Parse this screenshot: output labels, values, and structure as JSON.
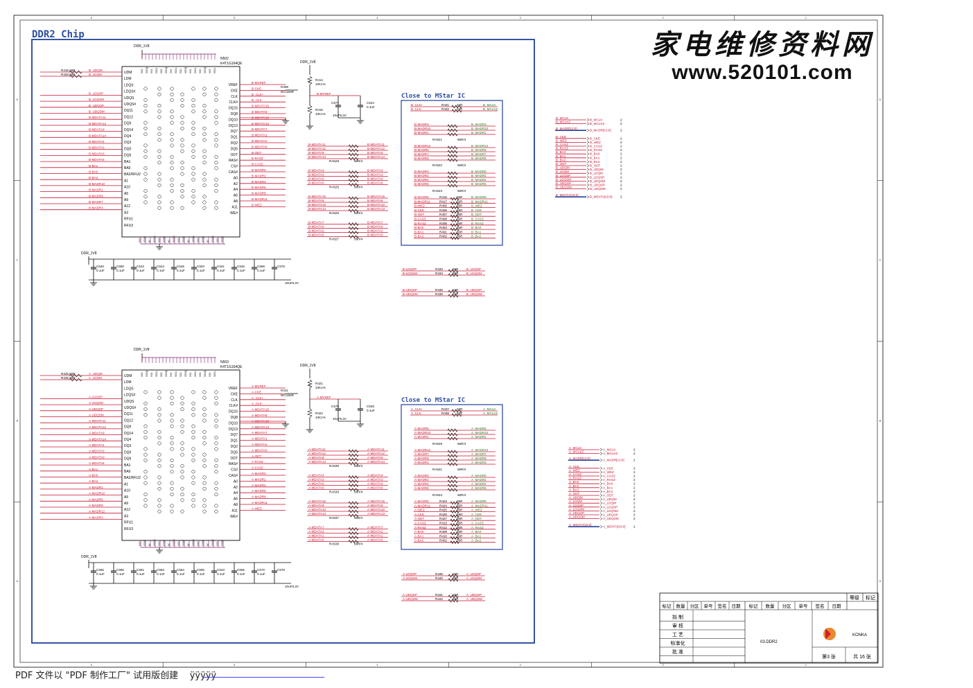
{
  "page_title": "DDR2 Chip",
  "watermark": {
    "cn": "家电维修资料网",
    "url": "www.520101.com"
  },
  "footer_text": "PDF 文件以 \"PDF 制作工厂\" 试用版创建",
  "footer_link": "ÿÿÿÿÿ",
  "colors": {
    "net_red": "#c8102e",
    "net_green": "#1a7a1a",
    "box_blue": "#1f3f9a",
    "title_blue": "#2c4f9e",
    "wire": "#000000",
    "ic_pin": "#7a1e6a"
  },
  "frame": {
    "col_labels": [
      "6",
      "5",
      "4",
      "3",
      "2",
      "1"
    ],
    "row_labels": [
      "D",
      "C",
      "B",
      "A"
    ]
  },
  "chips": [
    {
      "ref": "N502",
      "part": "K4T1G164QE",
      "supply": "DDR_1V8",
      "prefix": "B",
      "left_nets": [
        "B_UDQM",
        "B_LDQM",
        "B_LDQSP",
        "B_LDQSM",
        "B_UDQSP",
        "B_UDQSM",
        "B-MDATA11",
        "B-MDATA12",
        "B-MDATA9",
        "B-MDATA14",
        "B-MDATA4",
        "B-MDATA3",
        "B-MDATA0",
        "B-MDATA6",
        "B-BA1",
        "B-BA0",
        "B-BA2",
        "B-MADR10",
        "B-MADR1",
        "B-MADR9",
        "B-MADR7",
        "B-MADR3"
      ],
      "left_refs": [
        "R415",
        "R426"
      ],
      "right_nets": [
        "B-MVREF",
        "B-CKE",
        "B_CLK+",
        "B_CLK-",
        "B-MDATA15",
        "B-MDATA8",
        "B-MDATA10",
        "B-MDATA13",
        "B-MDATA7",
        "B-MDATA1",
        "B-MDATA2",
        "B-MDATA5",
        "B-ODT",
        "B-RASZ",
        "B-CASZ",
        "B-MADR0",
        "B-MADR2",
        "B-MADR4",
        "B-MADR6",
        "B-MADR8",
        "B-MADR11",
        "B-WEZ"
      ],
      "left_pins": [
        "UDM",
        "LDM",
        "LDQS",
        "LDQS#",
        "UDQS",
        "UDQS#",
        "DQ11",
        "DQ12",
        "DQ9",
        "DQ14",
        "DQ4",
        "DQ3",
        "DQ0",
        "DQ6",
        "BA1",
        "BA0",
        "BA2/RFU2",
        "A1",
        "A10",
        "A5",
        "A9",
        "A12",
        "A3",
        "RFU1",
        "RFU3"
      ],
      "right_pins": [
        "VREF",
        "CKE",
        "CLK",
        "CLK#",
        "DQ15",
        "DQ8",
        "DQ10",
        "DQ13",
        "DQ7",
        "DQ1",
        "DQ2",
        "DQ5",
        "ODT",
        "RAS#",
        "CS#",
        "CAS#",
        "A0",
        "A2",
        "A4",
        "A6",
        "A8",
        "A11",
        "WE#"
      ],
      "term": {
        "r1": "R414",
        "v1": "10K1%",
        "r2": "R415",
        "v2": "10K1%",
        "c1": "C577",
        "c2": "C524",
        "cv1": "10uF6.3V",
        "cv2": "0.1uF",
        "series": "R408",
        "series_v": "NC/150R",
        "net": "B-MVREF"
      },
      "decaps": [
        "C540",
        "C550",
        "C542",
        "C544",
        "C545",
        "C503",
        "C541",
        "C546",
        "C569",
        "C576"
      ],
      "decap_val": "0.1uF",
      "bulk_val": "10uF6.3V"
    },
    {
      "ref": "N503",
      "part": "K4T1G164QE",
      "supply": "DDR_1V8",
      "prefix": "A",
      "left_nets": [
        "A_UDQM",
        "A_LDQM",
        "A-LDQSP",
        "A-LDQSM",
        "A-UDQSP",
        "A-UDQSM",
        "A-MDATA11",
        "A-MDATA12",
        "A-MDATA9",
        "A-MDATA14",
        "A-MDATA4",
        "A-MDATA3",
        "A-MDATA0",
        "A-MDATA6",
        "A-BA1",
        "A-BA0",
        "A-BA2",
        "A-MADR1",
        "A-MADR10",
        "A-MADR5",
        "A-MADR9",
        "A-MADR12",
        "A-MADR3"
      ],
      "left_refs": [
        "R425",
        "R426"
      ],
      "right_nets": [
        "A-MVREF",
        "A-CKE",
        "A_CLK+",
        "A_CLK-",
        "A-MDATA15",
        "A-MDATA8",
        "A-MDATA10",
        "A-MDATA13",
        "A-MDATA7",
        "A-MDATA1",
        "A-MDATA2",
        "A-MDATA5",
        "A-ODT",
        "A-RASZ",
        "A-CASZ",
        "A-MADR0",
        "A-MADR2",
        "A-MADR4",
        "A-MADR6",
        "A-MADR8",
        "A-MADR11",
        "A-WEZ"
      ],
      "left_pins": [
        "UDM",
        "LDM",
        "LDQS",
        "LDQS#",
        "UDQS",
        "UDQS#",
        "DQ11",
        "DQ12",
        "DQ9",
        "DQ14",
        "DQ4",
        "DQ3",
        "DQ0",
        "DQ6",
        "BA1",
        "BA0",
        "BA2/RFU2",
        "A1",
        "A10",
        "A5",
        "A9",
        "A12",
        "A3",
        "RFU1",
        "RFU3"
      ],
      "right_pins": [
        "VREF",
        "CKE",
        "CLK",
        "CLK#",
        "DQ15",
        "DQ8",
        "DQ10",
        "DQ13",
        "DQ7",
        "DQ1",
        "DQ2",
        "DQ5",
        "ODT",
        "RAS#",
        "CS#",
        "CAS#",
        "A0",
        "A2",
        "A4",
        "A6",
        "A8",
        "A11",
        "WE#"
      ],
      "term": {
        "r1": "R421",
        "v1": "10K1%",
        "r2": "R422",
        "v2": "10K1%",
        "c1": "C579",
        "c2": "C525",
        "cv1": "10uF6.3V",
        "cv2": "0.1uF",
        "series": "R411",
        "series_v": "NC/150R",
        "net": "A-MVREF"
      },
      "decaps": [
        "C555",
        "C566",
        "C561",
        "C563",
        "C564",
        "C505",
        "C543",
        "C565",
        "C570",
        "C578"
      ],
      "decap_val": "0.1uF",
      "bulk_val": "10uF6.3V"
    }
  ],
  "rpacks_b": [
    {
      "ref": "RA528",
      "val": "56R/4",
      "nets": [
        "B-MDATA11",
        "B-MDATA12",
        "B-MDATA9",
        "B-MDATA14"
      ]
    },
    {
      "ref": "RA525",
      "val": "56R/4",
      "nets": [
        "B-MDATA4",
        "B-MDATA3",
        "B-MDATA0",
        "B-MDATA6"
      ]
    },
    {
      "ref": "RA526",
      "val": "56R/4",
      "nets": [
        "B-MDATA15",
        "B-MDATA8",
        "B-MDATA10",
        "B-MDATA13"
      ]
    },
    {
      "ref": "RA527",
      "val": "56R/4",
      "nets": [
        "B-MDATA7",
        "B-MDATA0",
        "B-MDATA2",
        "B-MDATA5"
      ]
    }
  ],
  "rpacks_a": [
    {
      "ref": "RA535",
      "val": "56R/4",
      "nets": [
        "A-MDATA11",
        "A-MDATA12",
        "A-MDATA9",
        "A-MDATA14"
      ]
    },
    {
      "ref": "RA536",
      "val": "56R/4",
      "nets": [
        "A-MDATA4",
        "A-MDATA3",
        "A-MDATA0",
        "A-MDATA6"
      ]
    },
    {
      "ref": "RA537",
      "val": "56R/4",
      "nets": [
        "A-MDATA15",
        "A-MDATA8",
        "A-MDATA10",
        "A-MDATA13"
      ]
    },
    {
      "ref": "RA538",
      "val": "56R/4",
      "nets": [
        "A-MDATA7",
        "A-MDATA2",
        "A-MDATA1",
        "A-MDATA5"
      ]
    }
  ],
  "mstar_b": {
    "title": "Close to MStar IC",
    "clk": [
      {
        "l": "B_CLK+",
        "r": "R431",
        "v": "22R",
        "o": "B_MCLK"
      },
      {
        "l": "B_CLK-",
        "r": "R432",
        "v": "22R",
        "o": "B_MCLKZ"
      }
    ],
    "packs": [
      {
        "ref": "RA521",
        "val": "56R/4",
        "l": [
          "B-MADR3",
          "B-MADR10",
          "B-MADR1"
        ],
        "o": [
          "B_MADR3",
          "B_MADR10",
          "B_MADR1"
        ]
      },
      {
        "ref": "RA522",
        "val": "56R/4",
        "l": [
          "B-MADR12",
          "B-MADR9",
          "B-MADR7",
          "B-MADR5"
        ],
        "o": [
          "B_MADR12",
          "B_MADR9",
          "B_MADR7",
          "B_MADR5"
        ]
      },
      {
        "ref": "RA523",
        "val": "56R/4",
        "l": [
          "B-MADR0",
          "B-MADR2",
          "B-MADR4",
          "B-MADR6"
        ],
        "o": [
          "B_MADR0",
          "B_MADR2",
          "B_MADR4",
          "B_MADR6"
        ]
      }
    ],
    "singles": [
      {
        "l": "B-MADR8",
        "r": "R416",
        "v": "56R",
        "o": "B_MADR8"
      },
      {
        "l": "B-MADR11",
        "r": "R417",
        "v": "56R",
        "o": "B_MADR11"
      },
      {
        "l": "B-WEZ",
        "r": "R405",
        "v": "56R",
        "o": "B_WEZ"
      },
      {
        "l": "B-CKE",
        "r": "R406",
        "v": "56R",
        "o": "B_CKE"
      },
      {
        "l": "B-ODT",
        "r": "R407",
        "v": "56R",
        "o": "B_ODT"
      },
      {
        "l": "B-CASZ",
        "r": "R408",
        "v": "56R",
        "o": "B_CASZ"
      },
      {
        "l": "B-RASZ",
        "r": "R409",
        "v": "56R",
        "o": "B_RASZ"
      },
      {
        "l": "B-BA0",
        "r": "R403",
        "v": "56R",
        "o": "B_BA0"
      },
      {
        "l": "B-BA1",
        "r": "R401",
        "v": "56R",
        "o": "B_BA1"
      },
      {
        "l": "B-BA2",
        "r": "R402",
        "v": "56R",
        "o": "B_BA2"
      }
    ]
  },
  "mstar_a": {
    "title": "Close to MStar IC",
    "clk": [
      {
        "l": "A_CLK+",
        "r": "R437",
        "v": "22R",
        "o": "A_MCLK"
      },
      {
        "l": "A_CLK-",
        "r": "R438",
        "v": "22R",
        "o": "A_MCLKZ"
      }
    ],
    "packs": [
      {
        "ref": "RA529",
        "val": "56R/4",
        "l": [
          "A-MADR5",
          "A-MADR10",
          "A-MADR1"
        ],
        "o": [
          "A_MADR5",
          "A_MADR10",
          "A_MADR1"
        ]
      },
      {
        "ref": "RA531",
        "val": "56R/4",
        "l": [
          "A-MADR12",
          "A-MADR7",
          "A-MADR9",
          "A-MADR3"
        ],
        "o": [
          "A_MADR12",
          "A_MADR7",
          "A_MADR9",
          "A_MADR3"
        ]
      },
      {
        "ref": "RA534",
        "val": "56R/4",
        "l": [
          "A-MADR0",
          "A-MADR2",
          "A-MADR4",
          "A-MADR6"
        ],
        "o": [
          "A_MADR0",
          "A_MADR2",
          "A_MADR4",
          "A_MADR6"
        ]
      }
    ],
    "singles": [
      {
        "l": "A-MADR8",
        "r": "R423",
        "v": "56R",
        "o": "A_MADR8"
      },
      {
        "l": "A-MADR11",
        "r": "R424",
        "v": "56R",
        "o": "A_MADR11"
      },
      {
        "l": "A-WEZ",
        "r": "R425",
        "v": "56R",
        "o": "A_WEZ"
      },
      {
        "l": "A-CKE",
        "r": "R426",
        "v": "56R",
        "o": "A_CKE"
      },
      {
        "l": "A-ODT",
        "r": "R427",
        "v": "56R",
        "o": "A_ODT"
      },
      {
        "l": "A-CASZ",
        "r": "R413",
        "v": "56R",
        "o": "A_CASZ"
      },
      {
        "l": "A-RASZ",
        "r": "R412",
        "v": "56R",
        "o": "A_RASZ"
      },
      {
        "l": "A-BA0",
        "r": "R409",
        "v": "56R",
        "o": "A_BA0"
      },
      {
        "l": "A-BA1",
        "r": "R410",
        "v": "56R",
        "o": "A_BA1"
      },
      {
        "l": "A-BA2",
        "r": "R402",
        "v": "56R",
        "o": "A_BA2"
      }
    ]
  },
  "dqs_b": [
    {
      "l": "B-LDQSP",
      "r": "R433",
      "v": "56R",
      "o": "B_LDQSP"
    },
    {
      "l": "B-LDQSM",
      "r": "R434",
      "v": "56R",
      "o": "B_LDQSM"
    },
    {
      "l": "B-UDQSP",
      "r": "R435",
      "v": "56R",
      "o": "B_UDQSP"
    },
    {
      "l": "B-UDQSM",
      "r": "R436",
      "v": "56R",
      "o": "B_UDQSM"
    }
  ],
  "dqs_a": [
    {
      "l": "A-LDQSP",
      "r": "R439",
      "v": "56R",
      "o": "A_LDQSP"
    },
    {
      "l": "A-LDQSM",
      "r": "R440",
      "v": "56R",
      "o": "A_LDQSM"
    },
    {
      "l": "A-UDQSP",
      "r": "R441",
      "v": "56R",
      "o": "A_UDQSP"
    },
    {
      "l": "A-UDQSM",
      "r": "R442",
      "v": "56R",
      "o": "A_UDQSM"
    }
  ],
  "ports_b": [
    "B_MCLK",
    "B_MCLKZ",
    "B_MADR[12:0]",
    "B_CKE",
    "B_WEZ",
    "B_CASZ",
    "B_RASZ",
    "B_BA0",
    "B_BA1",
    "B_BA2",
    "B_ODT",
    "B_UDQM",
    "B_LDQM",
    "B_LDQSP",
    "B_LDQSM",
    "B_UDQSP",
    "B_UDQSM",
    "B_MDATA[15:0]"
  ],
  "ports_a": [
    "A_MCLK",
    "A_MCLKZ",
    "A_MADR[12:0]",
    "A_CKE",
    "A_WEZ",
    "A_CASZ",
    "A_RASZ",
    "A_BA0",
    "A_BA1",
    "A_BA2",
    "A_ODT",
    "A_UDQM",
    "A_LDQM",
    "A_LDQSP",
    "A_LDQSM",
    "A_UDQSP",
    "A_UDQSM",
    "A_MDATA[15:0]"
  ],
  "port_sheet": "2",
  "titleblock": {
    "grade": "等级",
    "mark": "标记",
    "head": [
      "标记",
      "数量",
      "分区",
      "单号",
      "签名",
      "日期",
      "标记",
      "数量",
      "分区",
      "单号",
      "签名",
      "日期"
    ],
    "roles": [
      "拟 制",
      "审 核",
      "工 艺",
      "标准化",
      "批 准"
    ],
    "doc": "03.DDR2",
    "logo": "KONKA",
    "page": "第3 张",
    "total": "共 16 张"
  }
}
